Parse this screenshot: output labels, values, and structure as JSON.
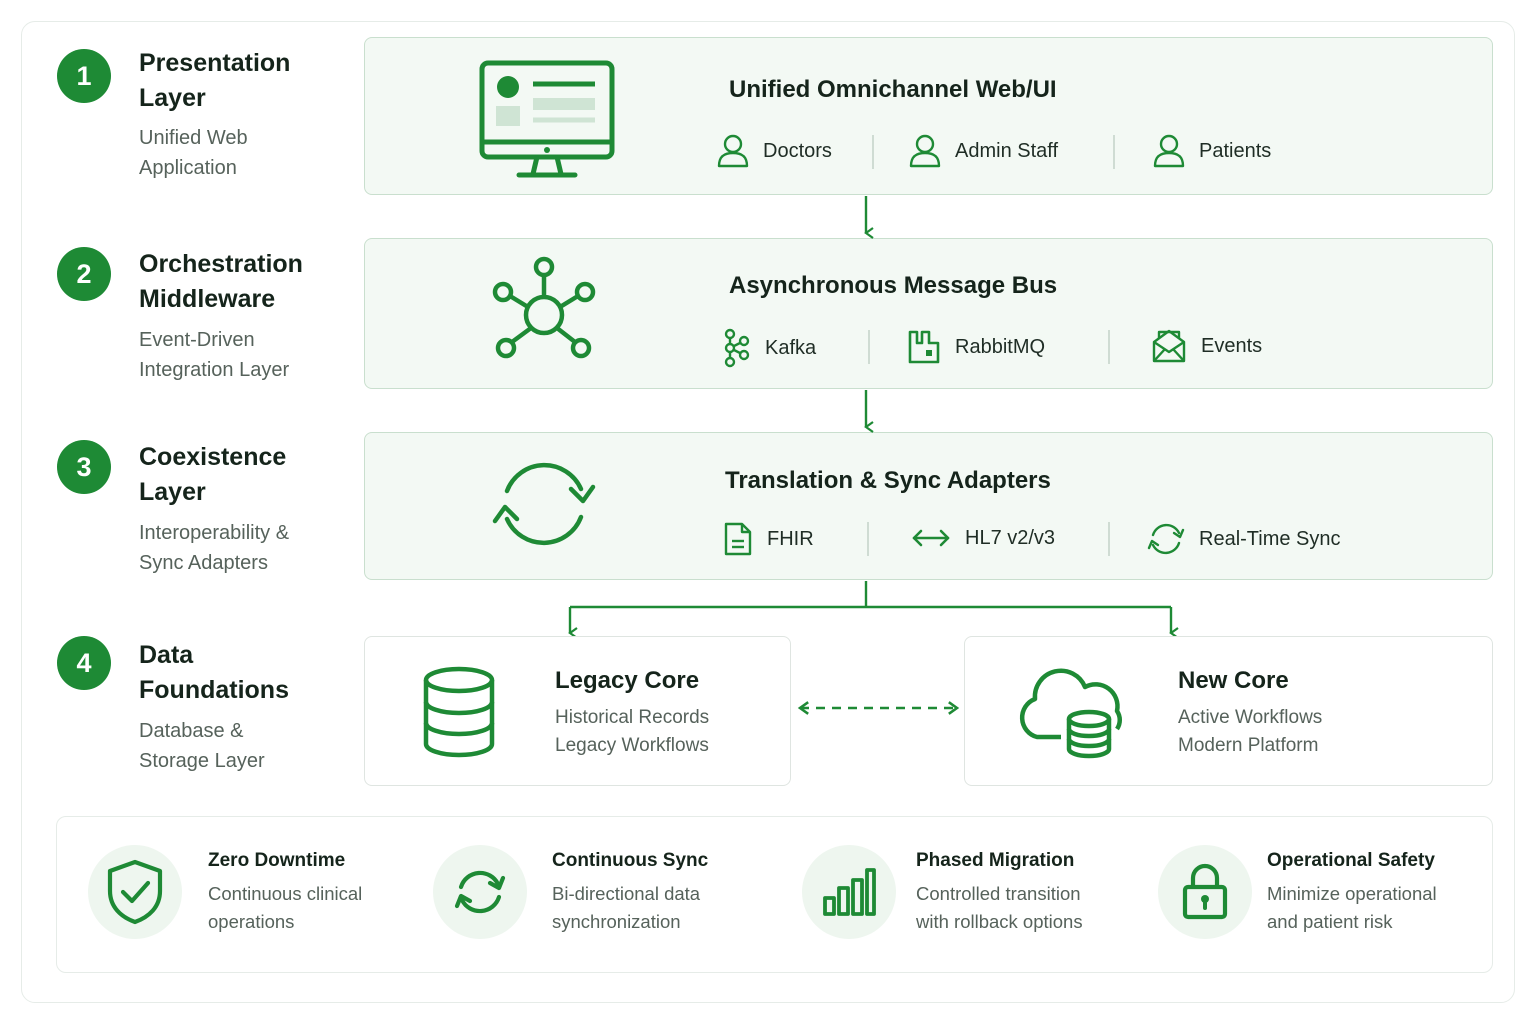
{
  "layers": [
    {
      "number": "1",
      "title_line1": "Presentation",
      "title_line2": "Layer",
      "sub_line1": "Unified Web",
      "sub_line2": "Application"
    },
    {
      "number": "2",
      "title_line1": "Orchestration",
      "title_line2": "Middleware",
      "sub_line1": "Event-Driven",
      "sub_line2": "Integration Layer"
    },
    {
      "number": "3",
      "title_line1": "Coexistence",
      "title_line2": "Layer",
      "sub_line1": "Interoperability &",
      "sub_line2": "Sync Adapters"
    },
    {
      "number": "4",
      "title_line1": "Data",
      "title_line2": "Foundations",
      "sub_line1": "Database &",
      "sub_line2": "Storage Layer"
    }
  ],
  "panels": [
    {
      "title": "Unified Omnichannel Web/UI",
      "icon": "monitor-icon",
      "items": [
        {
          "label": "Doctors",
          "icon": "user-icon"
        },
        {
          "label": "Admin Staff",
          "icon": "user-icon"
        },
        {
          "label": "Patients",
          "icon": "user-icon"
        }
      ]
    },
    {
      "title": "Asynchronous Message Bus",
      "icon": "network-hub-icon",
      "items": [
        {
          "label": "Kafka",
          "icon": "kafka-icon"
        },
        {
          "label": "RabbitMQ",
          "icon": "rabbitmq-icon"
        },
        {
          "label": "Events",
          "icon": "envelope-icon"
        }
      ]
    },
    {
      "title": "Translation & Sync Adapters",
      "icon": "sync-icon",
      "items": [
        {
          "label": "FHIR",
          "icon": "document-icon"
        },
        {
          "label": "HL7 v2/v3",
          "icon": "bidirectional-arrow-icon"
        },
        {
          "label": "Real-Time Sync",
          "icon": "refresh-icon"
        }
      ]
    }
  ],
  "cores": [
    {
      "title": "Legacy Core",
      "line1": "Historical Records",
      "line2": "Legacy Workflows",
      "icon": "database-icon"
    },
    {
      "title": "New Core",
      "line1": "Active Workflows",
      "line2": "Modern Platform",
      "icon": "cloud-database-icon"
    }
  ],
  "benefits": [
    {
      "title": "Zero Downtime",
      "line1": "Continuous clinical",
      "line2": "operations",
      "icon": "shield-check-icon"
    },
    {
      "title": "Continuous Sync",
      "line1": "Bi-directional data",
      "line2": "synchronization",
      "icon": "sync-icon"
    },
    {
      "title": "Phased Migration",
      "line1": "Controlled transition",
      "line2": "with rollback options",
      "icon": "bar-chart-icon"
    },
    {
      "title": "Operational Safety",
      "line1": "Minimize operational",
      "line2": "and patient risk",
      "icon": "lock-icon"
    }
  ],
  "colors": {
    "accent": "#1e8a35",
    "panel_bg": "#f3f9f4",
    "panel_border": "#c9dfce",
    "muted_text": "#56625b"
  }
}
